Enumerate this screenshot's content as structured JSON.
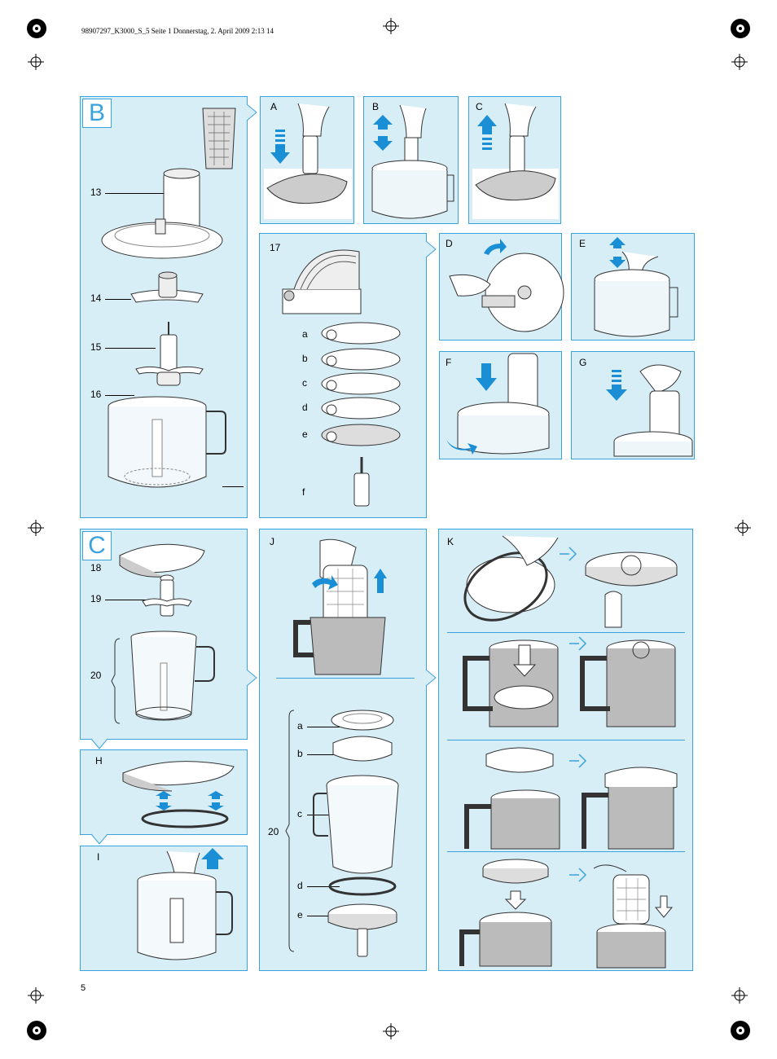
{
  "header": {
    "text": "98907297_K3000_S_5  Seite 1  Donnerstag, 2. April 2009  2:13 14"
  },
  "page_number": "5",
  "sections": {
    "B": {
      "label": "B",
      "parts": [
        "13",
        "14",
        "15",
        "16"
      ]
    },
    "C": {
      "label": "C",
      "parts": [
        "18",
        "19",
        "20"
      ]
    }
  },
  "steps": {
    "A": "A",
    "B": "B",
    "C": "C",
    "D": "D",
    "E": "E",
    "F": "F",
    "G": "G",
    "H": "H",
    "I": "I",
    "J": "J",
    "K": "K"
  },
  "discs": {
    "number": "17",
    "items": [
      "a",
      "b",
      "c",
      "d",
      "e",
      "f"
    ]
  },
  "juicer": {
    "number": "20",
    "items": [
      "a",
      "b",
      "c",
      "d",
      "e"
    ]
  },
  "colors": {
    "panel_bg": "#d7eef7",
    "panel_border": "#3aa2dd",
    "arrow_blue": "#1b8fd6"
  }
}
